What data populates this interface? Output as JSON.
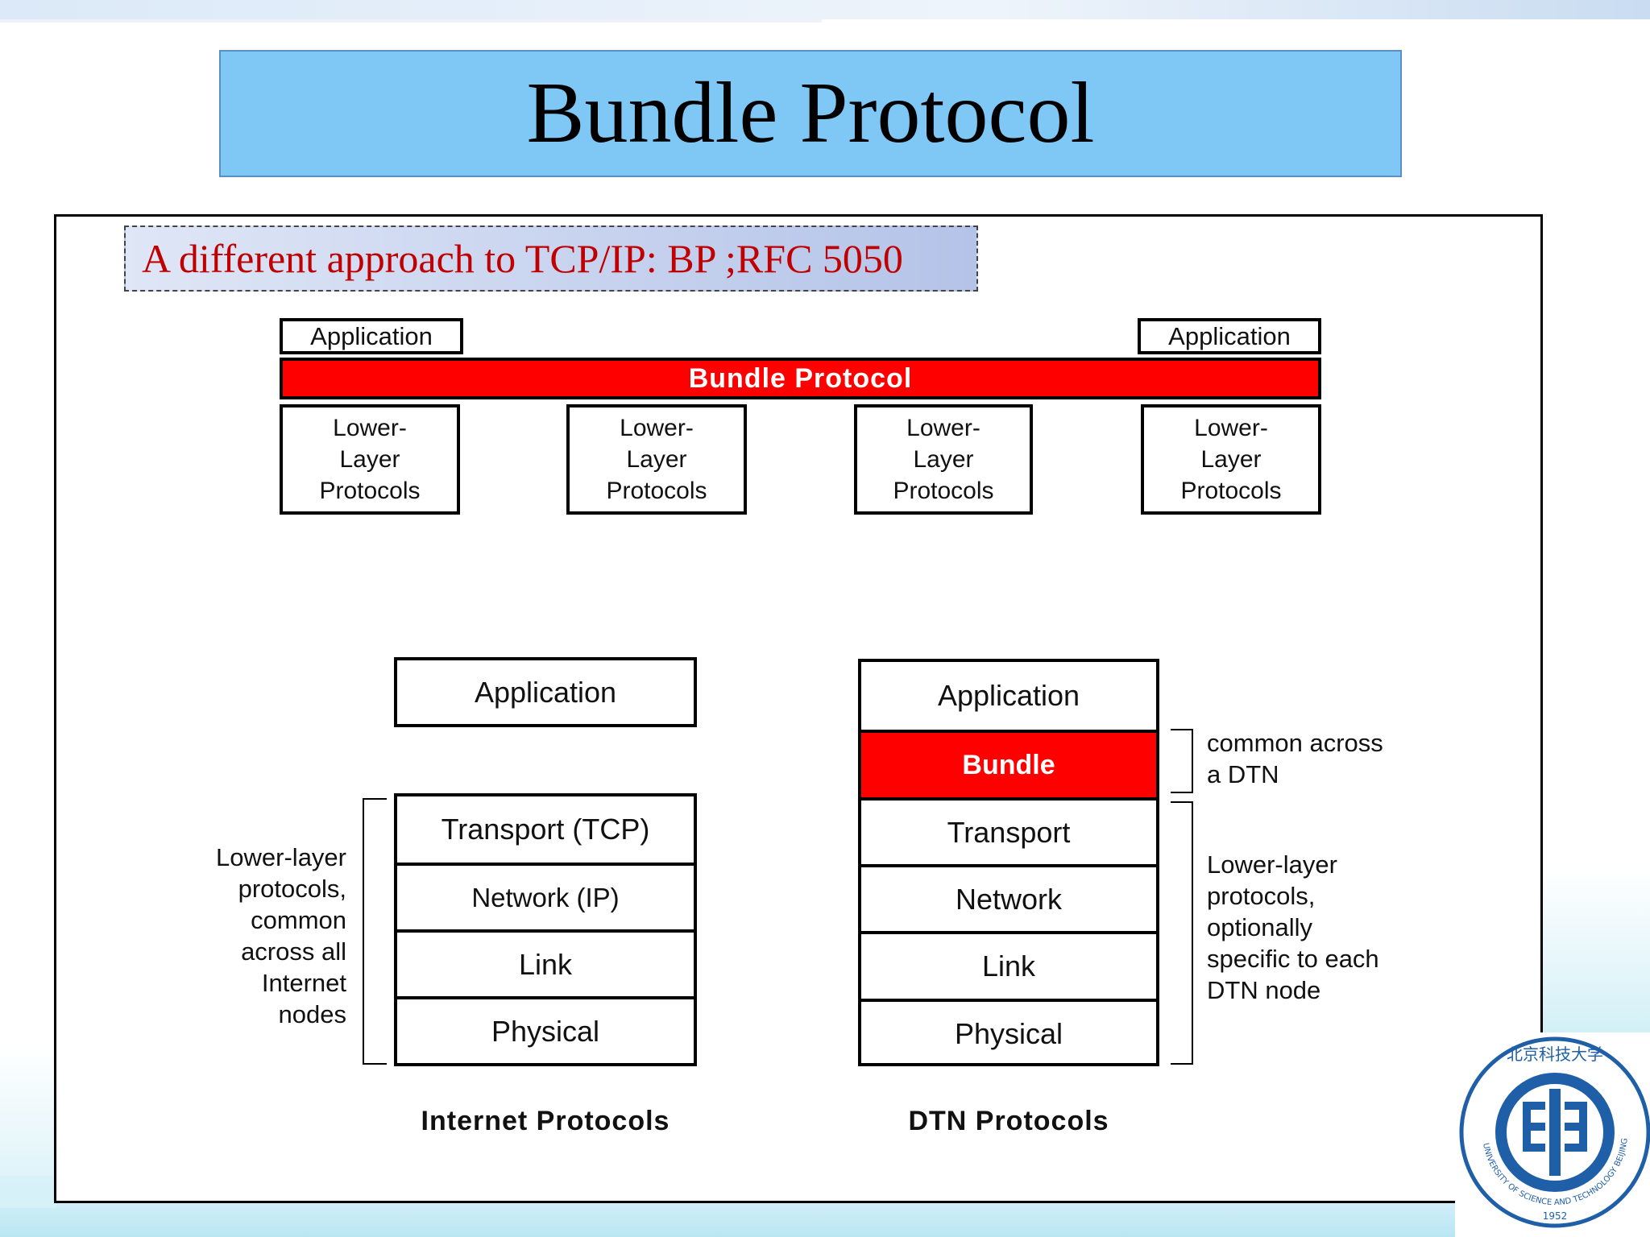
{
  "title": "Bundle Protocol",
  "subtitle": "A different approach to TCP/IP: BP ;RFC 5050",
  "top_diagram": {
    "app_left": "Application",
    "app_right": "Application",
    "bundle_bar": "Bundle Protocol",
    "lower_boxes": [
      [
        "Lower-",
        "Layer",
        "Protocols"
      ],
      [
        "Lower-",
        "Layer",
        "Protocols"
      ],
      [
        "Lower-",
        "Layer",
        "Protocols"
      ],
      [
        "Lower-",
        "Layer",
        "Protocols"
      ]
    ]
  },
  "internet_stack": {
    "application": "Application",
    "layers": [
      "Transport (TCP)",
      "Network (IP)",
      "Link",
      "Physical"
    ],
    "caption": "Internet Protocols",
    "note_lines": [
      "Lower-layer",
      "protocols,",
      "common",
      "across all",
      "Internet",
      "nodes"
    ]
  },
  "dtn_stack": {
    "application": "Application",
    "bundle": "Bundle",
    "layers": [
      "Transport",
      "Network",
      "Link",
      "Physical"
    ],
    "caption": "DTN Protocols",
    "note_top_lines": [
      "common across",
      "a DTN"
    ],
    "note_bottom_lines": [
      "Lower-layer",
      "protocols,",
      "optionally",
      "specific to each",
      "DTN node"
    ]
  },
  "colors": {
    "title_bg": "#7fc8f6",
    "bundle_red": "#ff0000",
    "subtitle_red": "#c00000"
  },
  "logo": {
    "icon": "university-seal-icon",
    "text_top": "北京科技大学",
    "text_ring": "UNIVERSITY OF SCIENCE AND TECHNOLOGY BEIJING",
    "year": "1952"
  }
}
